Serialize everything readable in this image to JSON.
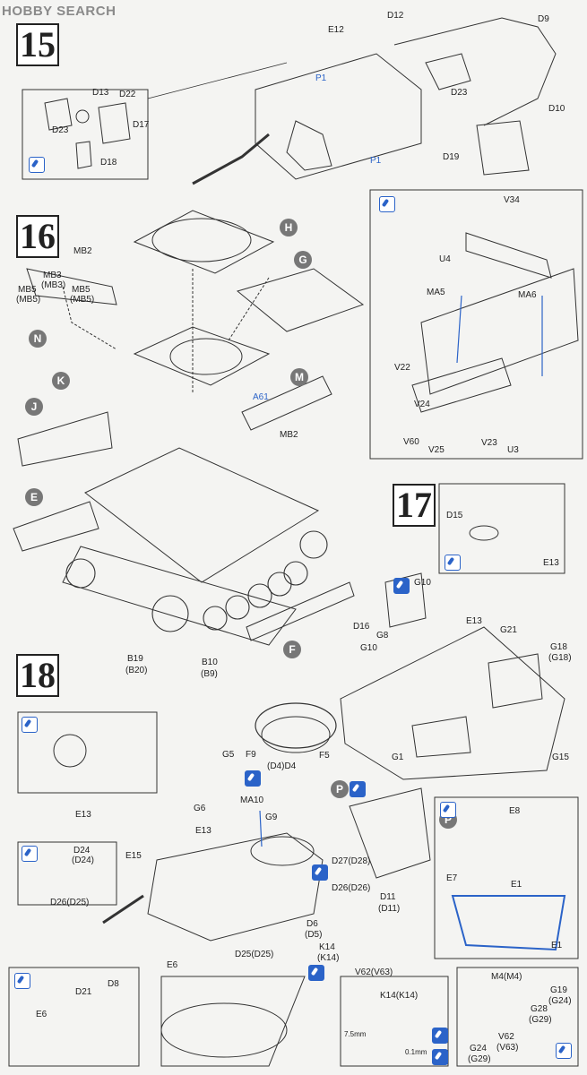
{
  "watermark": "HOBBY SEARCH",
  "steps": [
    "15",
    "16",
    "17",
    "18"
  ],
  "subassembly_markers": [
    "H",
    "G",
    "N",
    "K",
    "M",
    "J",
    "E",
    "F",
    "P",
    "P"
  ],
  "part_labels": {
    "s15": [
      "D12",
      "D9",
      "E12",
      "P1",
      "D23",
      "D10",
      "P1",
      "D19",
      "D13",
      "D22",
      "D17",
      "D23",
      "D18"
    ],
    "s16": [
      "MB2",
      "MB3",
      "(MB3)",
      "MB5",
      "(MB5)",
      "MB5",
      "(MB5)",
      "A61",
      "MB2",
      "B19",
      "(B20)",
      "B10",
      "(B9)"
    ],
    "s16_detail": [
      "V34",
      "U4",
      "MA5",
      "MA6",
      "V22",
      "V24",
      "V60",
      "V25",
      "V23",
      "U3"
    ],
    "s17": [
      "D15",
      "E13",
      "G10",
      "D16",
      "G8",
      "G10",
      "E13",
      "G21",
      "G18",
      "(G18)",
      "G1",
      "G15"
    ],
    "s18": [
      "G5",
      "F9",
      "(D4)D4",
      "F5",
      "MA10",
      "G6",
      "G9",
      "E13",
      "E15",
      "D27(D28)",
      "D26(D26)",
      "D11",
      "(D11)",
      "D6",
      "(D5)",
      "K14",
      "(K14)",
      "D25(D25)",
      "V62(V63)",
      "E13",
      "D24",
      "(D24)",
      "D26(D25)",
      "E8",
      "E7",
      "E1",
      "E1",
      "M4(M4)",
      "G19",
      "(G24)",
      "G28",
      "(G29)",
      "G24",
      "(G29)",
      "V62",
      "(V63)",
      "E6",
      "D21",
      "D8",
      "E6",
      "K14(K14)",
      "7.5mm",
      "0.1mm"
    ]
  }
}
